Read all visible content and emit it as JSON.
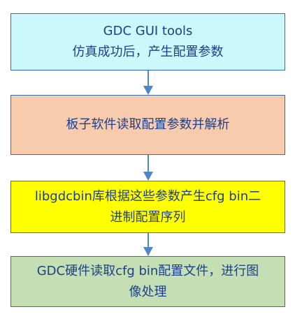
{
  "colors": {
    "box1_fill": "#ccf7fb",
    "box2_fill": "#f8cbad",
    "box3_fill": "#ffff00",
    "box4_fill": "#c5dfb4",
    "border": "#2f6fb3",
    "text": "#1f3f87",
    "arrow": "#4f86c6"
  },
  "steps": [
    {
      "lines": [
        "GDC GUI tools",
        "仿真成功后，产生配置参数"
      ]
    },
    {
      "lines": [
        "板子软件读取配置参数并解析"
      ]
    },
    {
      "lines": [
        "libgdcbin库根据这些参数产生cfg bin二",
        "进制配置序列"
      ]
    },
    {
      "lines": [
        "GDC硬件读取cfg bin配置文件，进行图",
        "像处理"
      ]
    }
  ]
}
